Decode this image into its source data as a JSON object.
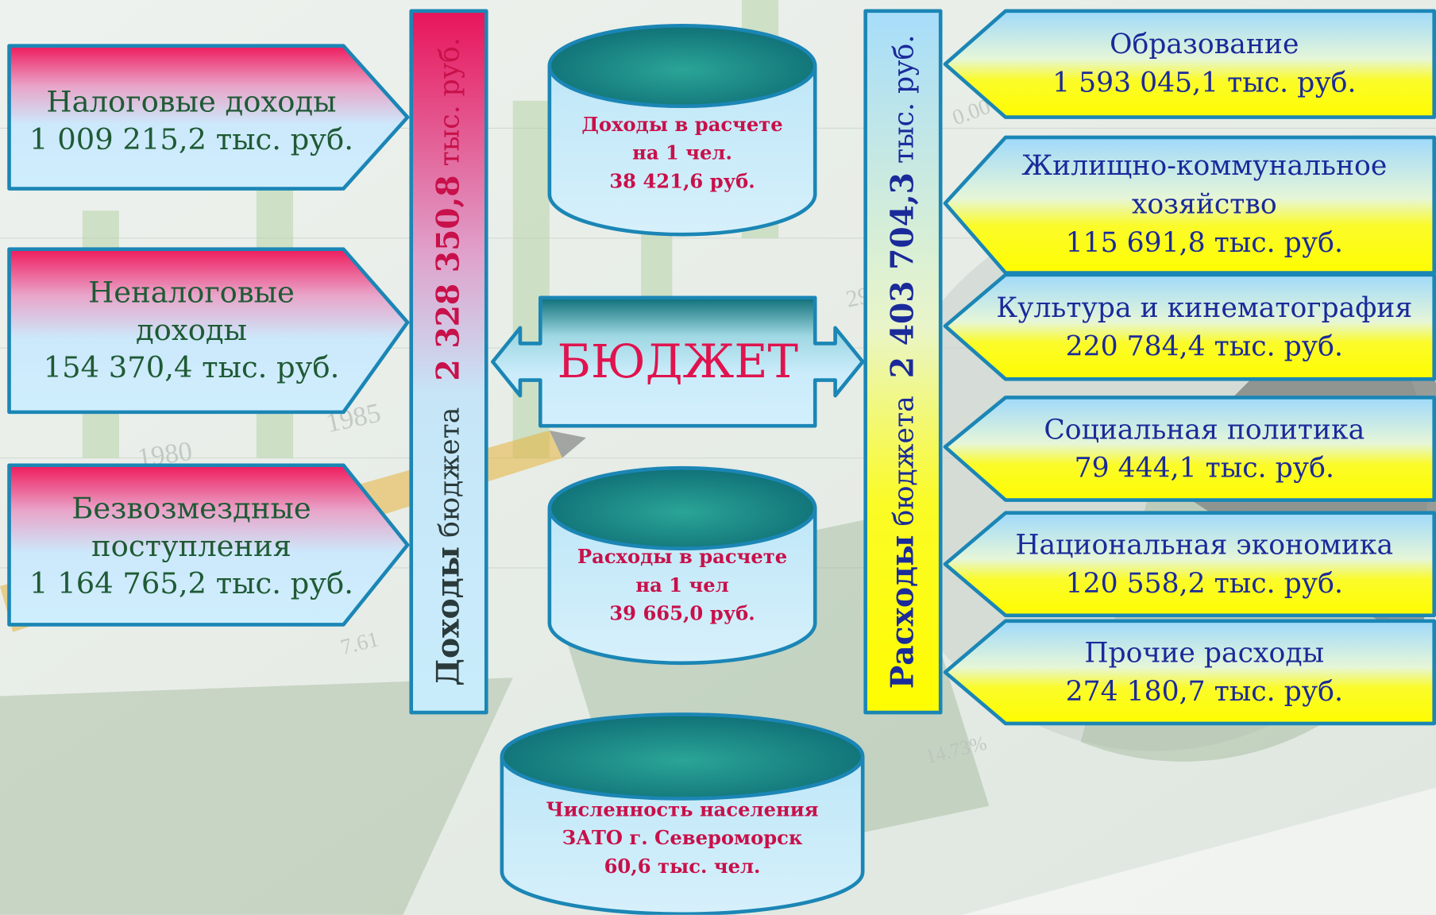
{
  "center": {
    "label": "БЮДЖЕТ"
  },
  "income_column": {
    "bold": "Доходы",
    "regular": "бюджета",
    "total": "2 328 350,8",
    "unit": "тыс. руб."
  },
  "expense_column": {
    "bold": "Расходы",
    "regular": "бюджета",
    "total": "2 403 704,3",
    "unit": "тыс. руб."
  },
  "income_items": [
    {
      "lines": [
        "Налоговые доходы",
        "1 009 215,2 тыс. руб."
      ]
    },
    {
      "lines": [
        "Неналоговые",
        "доходы",
        "154 370,4 тыс. руб."
      ]
    },
    {
      "lines": [
        "Безвозмездные",
        "поступления",
        "1 164 765,2 тыс. руб."
      ]
    }
  ],
  "expense_items": [
    {
      "lines": [
        "Образование",
        "1 593 045,1 тыс. руб."
      ]
    },
    {
      "lines": [
        "Жилищно-коммунальное",
        "хозяйство",
        "115 691,8 тыс. руб."
      ]
    },
    {
      "lines": [
        "Культура и кинематография",
        "220 784,4 тыс. руб."
      ]
    },
    {
      "lines": [
        "Социальная политика",
        "79 444,1 тыс. руб."
      ]
    },
    {
      "lines": [
        "Национальная экономика",
        "120 558,2 тыс. руб."
      ]
    },
    {
      "lines": [
        "Прочие расходы",
        "274 180,7 тыс. руб."
      ]
    }
  ],
  "cylinders": {
    "income_per_capita": [
      "Доходы в расчете",
      "на 1 чел.",
      "38 421,6 руб."
    ],
    "expense_per_capita": [
      "Расходы в расчете",
      "на 1 чел",
      "39 665,0 руб."
    ],
    "population": [
      "Численность населения",
      "ЗАТО г. Североморск",
      "60,6  тыс. чел."
    ]
  },
  "background_labels": [
    "1985",
    "1980",
    "7.61",
    "14.73%",
    "0.00",
    "29"
  ],
  "colors": {
    "income_text": "#1f5a35",
    "expense_text": "#1a2a9a",
    "income_total": "#c8104a",
    "expense_total": "#1a2a9a",
    "cylinder_text": "#c8104a",
    "budget_label": "#e0134e"
  }
}
